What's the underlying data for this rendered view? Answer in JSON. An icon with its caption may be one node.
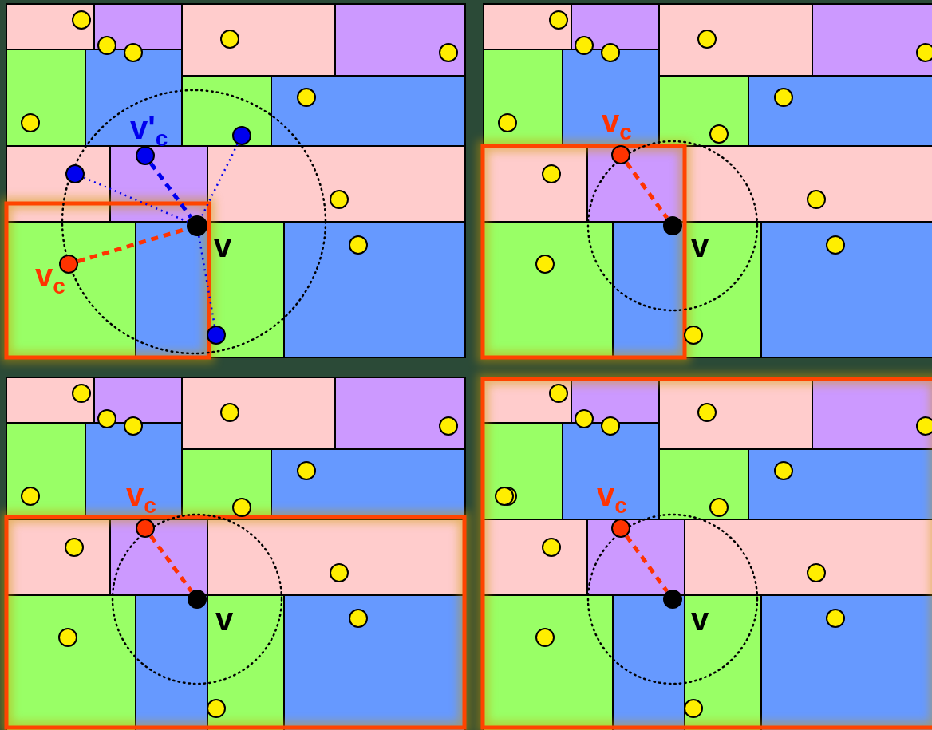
{
  "diagram": {
    "nodes": [
      {
        "text": [],
        "shape": "circle",
        "beside": [
          "v"
        ]
      },
      {
        "text": [],
        "shape": "circle",
        "beside": [
          "v$_{c}$"
        ]
      },
      {
        "text": [],
        "shape": "circle",
        "beside": [
          "v'$_{c}$"
        ]
      },
      {
        "text": [],
        "shape": "circle"
      },
      {
        "text": [],
        "shape": "circle"
      },
      {
        "text": [],
        "shape": "circle"
      },
      {
        "text": [],
        "shape": "circle",
        "beside": [
          "v"
        ]
      },
      {
        "text": [],
        "shape": "circle",
        "beside": [
          "v$_{c}$"
        ]
      },
      {
        "text": [],
        "shape": "circle",
        "beside": [
          "v"
        ]
      },
      {
        "text": [],
        "shape": "circle",
        "beside": [
          "v$_{c}$"
        ]
      },
      {
        "text": [],
        "shape": "circle",
        "beside": [
          "v"
        ]
      },
      {
        "text": [],
        "shape": "circle",
        "beside": [
          "v$_{c}$"
        ]
      }
    ],
    "edges": [
      {
        "from": 1,
        "to": 0,
        "arrow": "none",
        "style": "dashed",
        "color": "#ff3300"
      },
      {
        "from": 2,
        "to": 0,
        "arrow": "none",
        "style": "dashed",
        "color": "#0000ee"
      },
      {
        "from": 3,
        "to": 0,
        "arrow": "none",
        "style": "dashed",
        "color": "#0000ee"
      },
      {
        "from": 4,
        "to": 0,
        "arrow": "none",
        "style": "dashed",
        "color": "#0000ee"
      },
      {
        "from": 5,
        "to": 0,
        "arrow": "none",
        "style": "dashed",
        "color": "#0000ee"
      },
      {
        "from": 7,
        "to": 6,
        "arrow": "none",
        "style": "dashed",
        "color": "#ff3300"
      },
      {
        "from": 9,
        "to": 8,
        "arrow": "none",
        "style": "dashed",
        "color": "#ff3300"
      },
      {
        "from": 11,
        "to": 10,
        "arrow": "none",
        "style": "dashed",
        "color": "#ff3300"
      }
    ]
  }
}
